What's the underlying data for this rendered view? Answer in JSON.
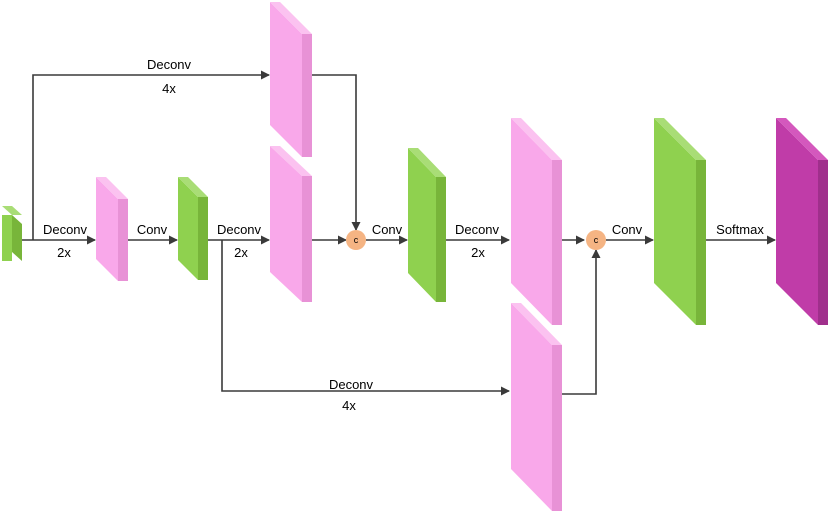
{
  "colors": {
    "pink": "#f9a8ea",
    "green": "#8fd14f",
    "magenta": "#c03ca8",
    "concat": "#f5b483",
    "arrow": "#3a3a3a"
  },
  "concat_symbol": "c",
  "labels": {
    "top_deconv": "Deconv",
    "top_factor": "4x",
    "deconv_1": "Deconv",
    "deconv_1_factor": "2x",
    "conv_1": "Conv",
    "deconv_2": "Deconv",
    "deconv_2_factor": "2x",
    "conv_2": "Conv",
    "deconv_3": "Deconv",
    "deconv_3_factor": "2x",
    "conv_3": "Conv",
    "softmax": "Softmax",
    "bottom_deconv": "Deconv",
    "bottom_factor": "4x"
  }
}
